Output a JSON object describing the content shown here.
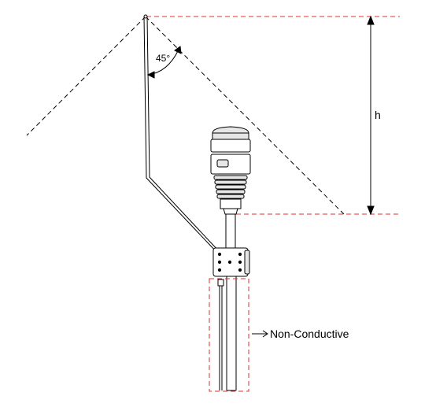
{
  "labels": {
    "angle": "45°",
    "height": "h",
    "zone": "Non-Conductive"
  },
  "colors": {
    "line": "#000000",
    "guide": "#e03030",
    "background": "#ffffff",
    "sensor_shade": "#e6e6e6"
  },
  "icons": {
    "sensor": "weather-station-sensor-icon",
    "bracket": "mounting-bracket-icon"
  }
}
